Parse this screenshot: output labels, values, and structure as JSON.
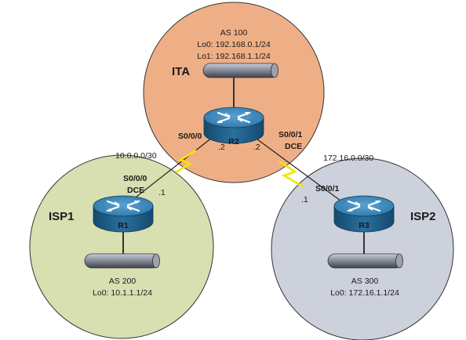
{
  "nodes": {
    "ita": {
      "name": "ITA",
      "as_label": "AS 100",
      "lo0": "Lo0: 192.168.0.1/24",
      "lo1": "Lo1: 192.168.1.1/24",
      "router": "R2",
      "color": "#EFAF86"
    },
    "isp1": {
      "name": "ISP1",
      "as_label": "AS 200",
      "lo0": "Lo0: 10.1.1.1/24",
      "router": "R1",
      "color": "#D8DFB1"
    },
    "isp2": {
      "name": "ISP2",
      "as_label": "AS 300",
      "lo0": "Lo0: 172.16.1.1/24",
      "router": "R3",
      "color": "#CDD1DC"
    }
  },
  "links": {
    "r1_r2": {
      "network": "10.0.0.0/30",
      "r2_interface": "S0/0/0",
      "r2_host": ".2",
      "r1_interface": "S0/0/0",
      "r1_role": "DCE",
      "r1_host": ".1"
    },
    "r2_r3": {
      "network": "172.16.0.0/30",
      "r2_interface": "S0/0/1",
      "r2_role": "DCE",
      "r2_host": ".2",
      "r3_interface": "S0/0/1",
      "r3_host": ".1"
    }
  },
  "colors": {
    "serial_link": "#F2E600",
    "router_top": "#3C86B7",
    "router_side": "#1F5C86",
    "outline": "#333333"
  }
}
